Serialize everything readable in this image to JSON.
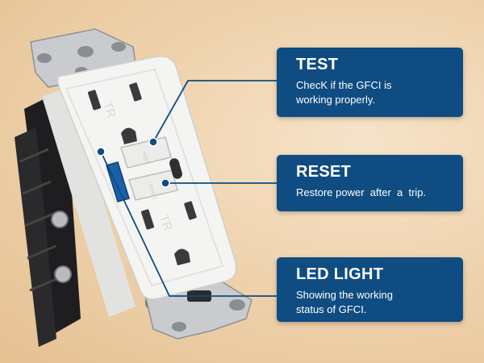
{
  "callouts": {
    "test": {
      "title": "TEST",
      "desc_line1": "ChecK if the GFCI is",
      "desc_line2": "working properly."
    },
    "reset": {
      "title": "RESET",
      "desc_line1": "Restore power  after  a  trip."
    },
    "led": {
      "title": "LED LIGHT",
      "desc_line1": "Showing the working",
      "desc_line2": "status of GFCI."
    }
  },
  "outlet": {
    "marking_tr": "TR",
    "test_label": "TEST",
    "reset_label": "RESET"
  },
  "colors": {
    "callout_bg": "#0f4c81",
    "leader_line": "#0f4c81",
    "background": "#efd3ae",
    "outlet_body": "#f4f4f2",
    "usb_port": "#1b5fa8"
  }
}
